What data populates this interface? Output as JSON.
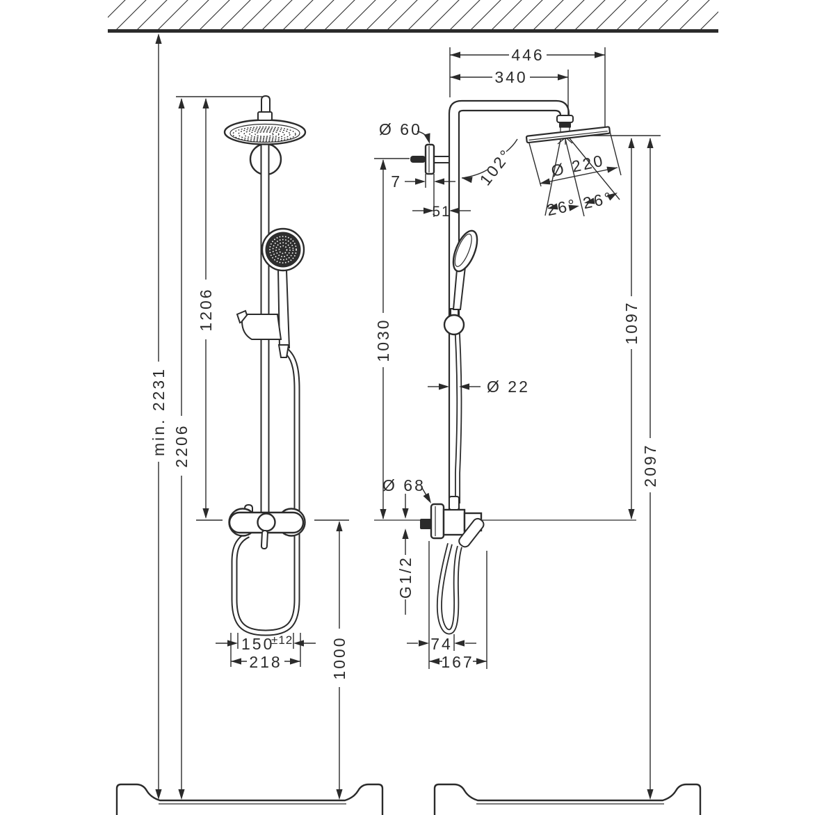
{
  "drawing": {
    "type": "shower-system-installation-dimensions",
    "views": [
      "front",
      "side"
    ],
    "colors": {
      "line": "#2b2b2b",
      "background": "#ffffff"
    }
  },
  "dimensions": {
    "front": {
      "min_total_height": "min. 2231",
      "pipe_top_height": "2206",
      "riser_length": "1206",
      "mixer_height": "1000",
      "hose_inner_spread": "150",
      "hose_spread_tolerance": "±12",
      "hose_outer_width": "218"
    },
    "side": {
      "total_reach": "446",
      "arm_reach": "340",
      "wall_flange_diameter": "Ø 60",
      "head_angle": "102°",
      "head_diameter": "Ø 220",
      "spray_angle_left": "26°",
      "spray_angle_right": "26°",
      "flange_depth": "7",
      "wall_offset": "51",
      "bar_height": "1030",
      "pipe_diameter": "Ø 22",
      "head_above_mixer": "1097",
      "head_above_tray": "2097",
      "supply_flange_diameter": "Ø 68",
      "thread_size": "G1/2",
      "hose_loop_offset": "74",
      "valve_reach": "167"
    }
  }
}
